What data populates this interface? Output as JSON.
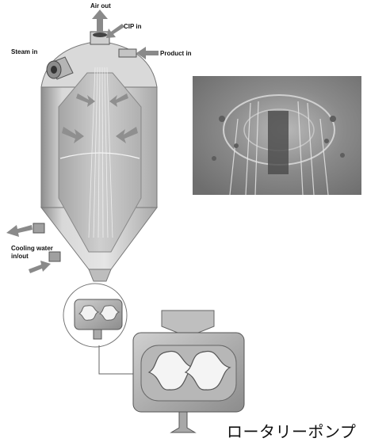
{
  "labels": {
    "air_out": "Air out",
    "cip_in": "CIP in",
    "steam_in": "Steam in",
    "product_in": "Product in",
    "cooling_water_line1": "Cooling water",
    "cooling_water_line2": "in/out"
  },
  "caption": "ロータリーポンプ",
  "colors": {
    "vessel_body": "#cfcfcf",
    "vessel_dark": "#9a9a9a",
    "vessel_light": "#ececec",
    "arrow": "#8a8a8a",
    "photo_bg": "#8f8f8f",
    "background": "#ffffff"
  }
}
